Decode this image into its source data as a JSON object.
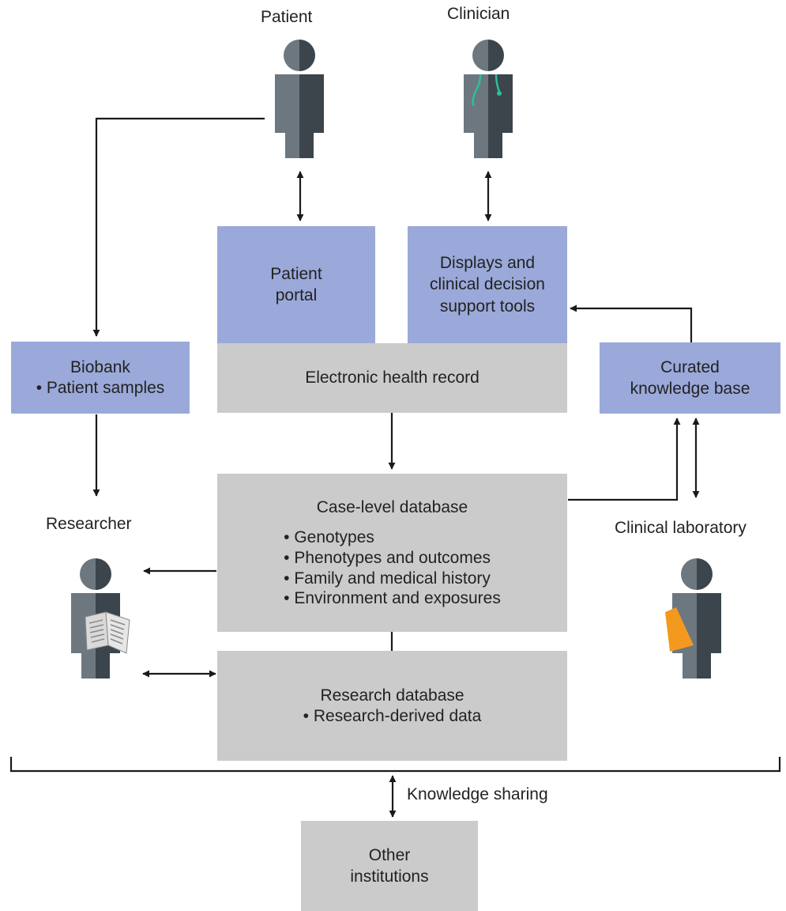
{
  "actors": {
    "patient": "Patient",
    "clinician": "Clinician",
    "researcher": "Researcher",
    "clinical_laboratory": "Clinical laboratory"
  },
  "boxes": {
    "patient_portal": [
      "Patient",
      "portal"
    ],
    "displays": [
      "Displays and",
      "clinical decision",
      "support tools"
    ],
    "ehr": "Electronic health record",
    "biobank": {
      "title": "Biobank",
      "items": [
        "Patient samples"
      ]
    },
    "curated_kb": [
      "Curated",
      "knowledge base"
    ],
    "case_db": {
      "title": "Case-level database",
      "items": [
        "Genotypes",
        "Phenotypes and outcomes",
        "Family and medical history",
        "Environment and exposures"
      ]
    },
    "research_db": {
      "title": "Research database",
      "items": [
        "Research-derived data"
      ]
    },
    "other_institutions": [
      "Other",
      "institutions"
    ]
  },
  "knowledge_sharing": "Knowledge sharing",
  "colors": {
    "blue_box": "#9aa9d9",
    "grey_box": "#cbcbcb",
    "figure_light": "#6d7780",
    "figure_dark": "#3c454c",
    "stethoscope": "#2bbf9c",
    "flask": "#f39a1e",
    "line": "#1a1a1a"
  },
  "icons": [
    "patient-figure-icon",
    "clinician-figure-icon",
    "researcher-figure-icon",
    "lab-figure-icon"
  ]
}
